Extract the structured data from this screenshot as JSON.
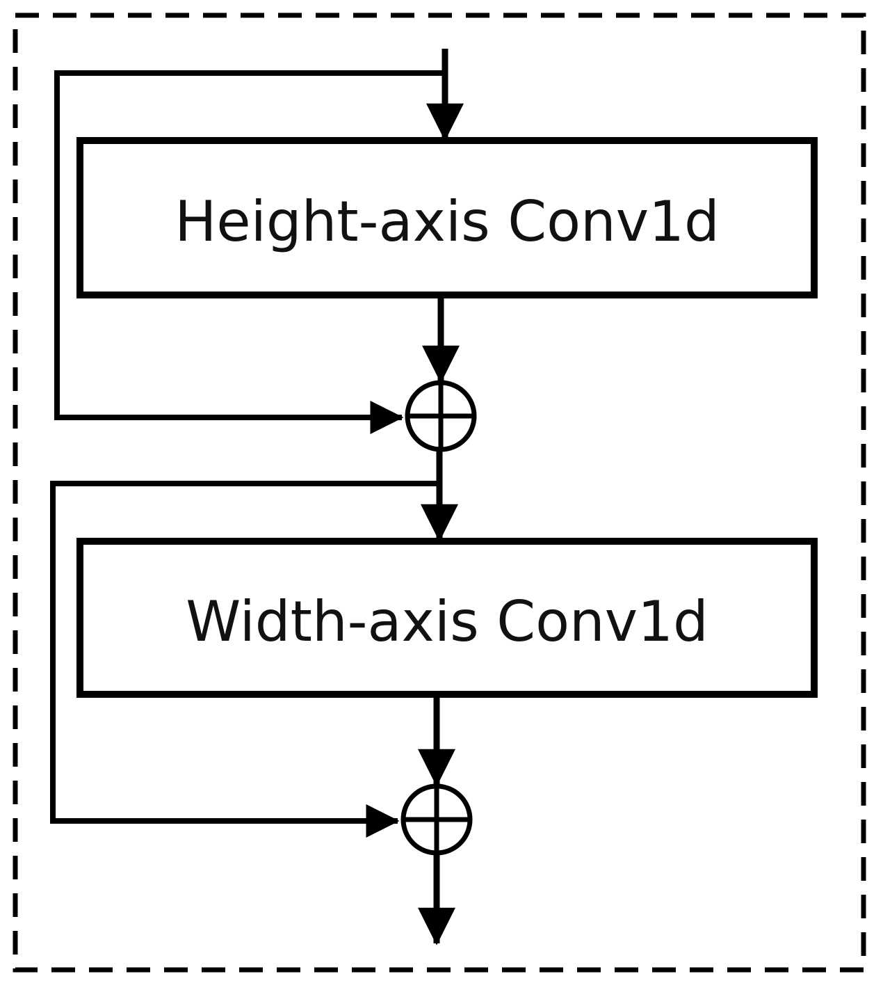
{
  "diagram": {
    "blocks": [
      {
        "id": "height-conv",
        "label": "Height-axis Conv1d"
      },
      {
        "id": "width-conv",
        "label": "Width-axis Conv1d"
      }
    ],
    "operators": [
      {
        "id": "add-1",
        "symbol": "⊕",
        "meaning": "element-wise sum"
      },
      {
        "id": "add-2",
        "symbol": "⊕",
        "meaning": "element-wise sum"
      }
    ],
    "colors": {
      "stroke": "#000000",
      "background": "#ffffff"
    }
  }
}
